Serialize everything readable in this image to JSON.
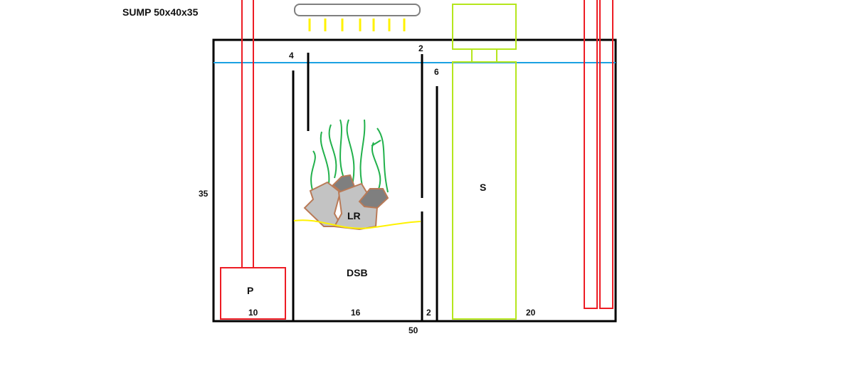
{
  "title": "SUMP 50x40x35",
  "labels": {
    "pump": "P",
    "skimmer": "S",
    "live_rock": "LR",
    "deep_sand_bed": "DSB",
    "height": "35",
    "baffle_gap_4": "4",
    "baffle_gap_2_top": "2",
    "baffle_gap_6": "6",
    "width_pump_section": "10",
    "width_refugium": "16",
    "width_bubble_trap": "2",
    "width_skimmer_section": "20",
    "total_length": "50"
  },
  "colors": {
    "tank": "#000000",
    "water": "#1ba1e2",
    "pump": "#ed1c24",
    "skimmer": "#b5e61d",
    "light": "#7f7f7f",
    "light_rays": "#fff200",
    "sand": "#fff200",
    "algae": "#22b14c",
    "rock": "#c3c3c3",
    "rock_border": "#b97a57"
  }
}
